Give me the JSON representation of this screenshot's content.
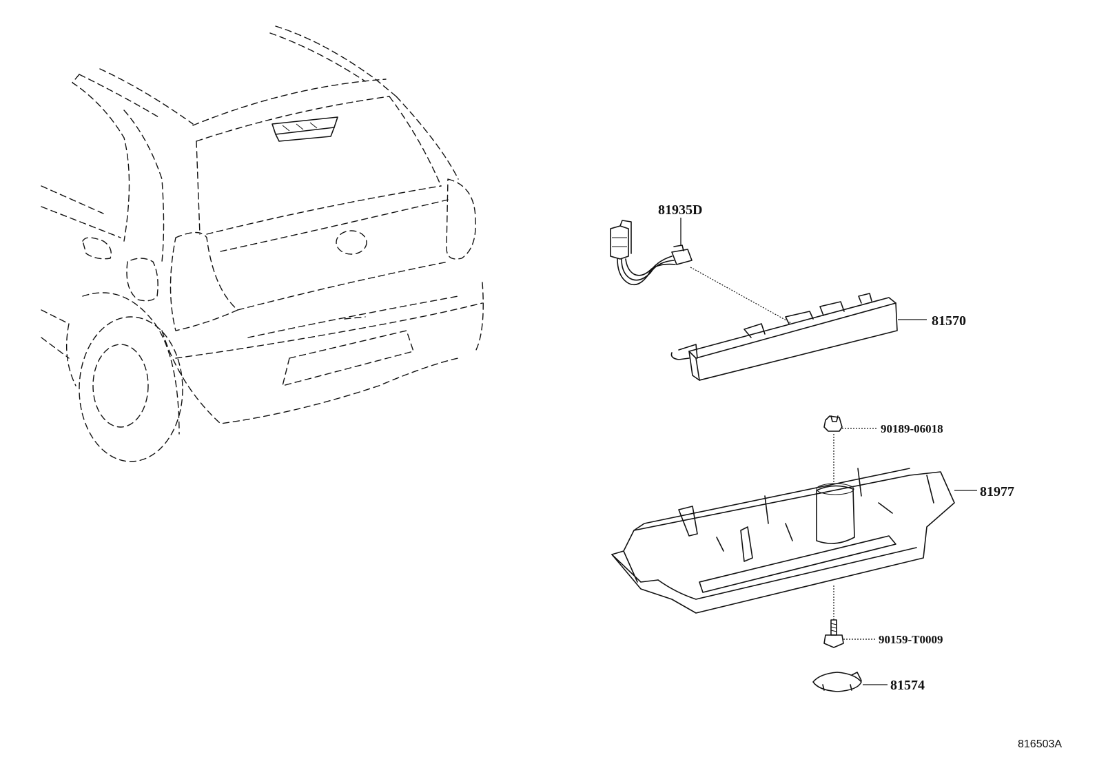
{
  "parts": [
    {
      "id": "p1",
      "number": "81935D"
    },
    {
      "id": "p2",
      "number": "81570"
    },
    {
      "id": "p3",
      "number": "90189-06018"
    },
    {
      "id": "p4",
      "number": "81977"
    },
    {
      "id": "p5",
      "number": "90159-T0009"
    },
    {
      "id": "p6",
      "number": "81574"
    }
  ],
  "figure_code": "816503A"
}
